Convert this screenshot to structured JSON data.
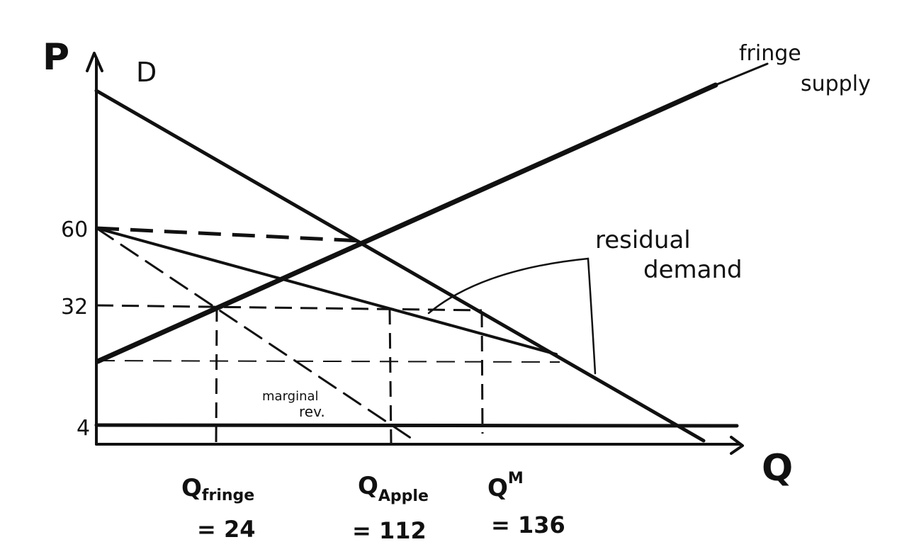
{
  "axes": {
    "y_label": "P",
    "x_label": "Q"
  },
  "curves": {
    "demand_label": "D",
    "fringe_supply_label_line1": "fringe",
    "fringe_supply_label_line2": "supply",
    "residual_demand_label_line1": "residual",
    "residual_demand_label_line2": "demand",
    "marginal_revenue_label_line1": "marginal",
    "marginal_revenue_label_line2": "rev."
  },
  "price_ticks": {
    "p60": "60",
    "p32": "32",
    "p4": "4"
  },
  "quantity_labels": {
    "fringe_main": "Q",
    "fringe_sub": "fringe",
    "fringe_value": "= 24",
    "apple_main": "Q",
    "apple_sub": "Apple",
    "apple_value": "= 112",
    "market_main": "Q",
    "market_sup": "M",
    "market_value": "= 136"
  }
}
